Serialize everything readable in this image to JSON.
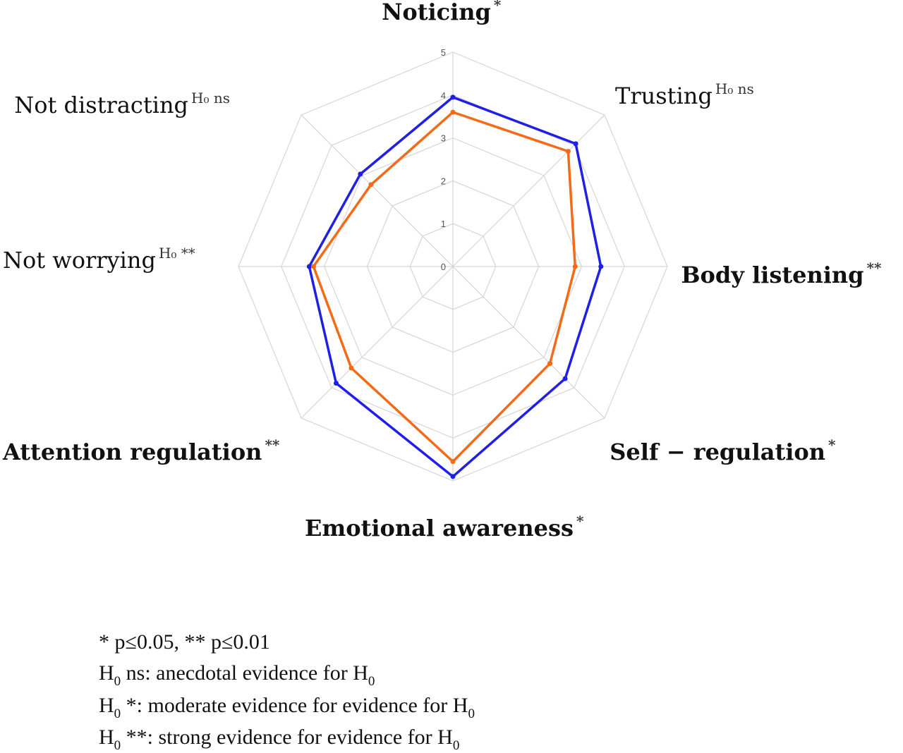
{
  "chart_data": {
    "type": "radar",
    "r_range": [
      0,
      5
    ],
    "r_ticks": [
      "0",
      "1",
      "2",
      "3",
      "4",
      "5"
    ],
    "grid": true,
    "axes": [
      {
        "label": "Noticing",
        "sup": "*",
        "style": "bold"
      },
      {
        "label": "Trusting",
        "sup": "H₀ ns",
        "style": "serif"
      },
      {
        "label": "Body listening",
        "sup": "**",
        "style": "bold"
      },
      {
        "label": "Self − regulation",
        "sup": "*",
        "style": "bold"
      },
      {
        "label": "Emotional awareness",
        "sup": "*",
        "style": "bold"
      },
      {
        "label": "Attention regulation",
        "sup": "**",
        "style": "bold"
      },
      {
        "label": "Not worrying",
        "sup": "H₀ **",
        "style": "serif"
      },
      {
        "label": "Not distracting",
        "sup": "H₀ ns",
        "style": "serif"
      }
    ],
    "series": [
      {
        "color": "#1f1fe6",
        "values": [
          3.95,
          4.05,
          3.45,
          3.7,
          4.9,
          3.85,
          3.35,
          3.05
        ]
      },
      {
        "color": "#f46a16",
        "values": [
          3.6,
          3.8,
          2.85,
          3.2,
          4.55,
          3.35,
          3.25,
          2.7
        ]
      }
    ]
  },
  "legend": {
    "line1": "* p≤0.05, ** p≤0.01",
    "line2_main": "H",
    "line2_sub": "0",
    "line2_rest": " ns: anecdotal evidence for H",
    "line2_sub2": "0",
    "line3_main": "H",
    "line3_sub": "0",
    "line3_rest": " *: moderate evidence for  evidence for H",
    "line3_sub2": "0",
    "line4_main": "H",
    "line4_sub": "0",
    "line4_rest": " **: strong evidence for  evidence for H",
    "line4_sub2": "0"
  }
}
